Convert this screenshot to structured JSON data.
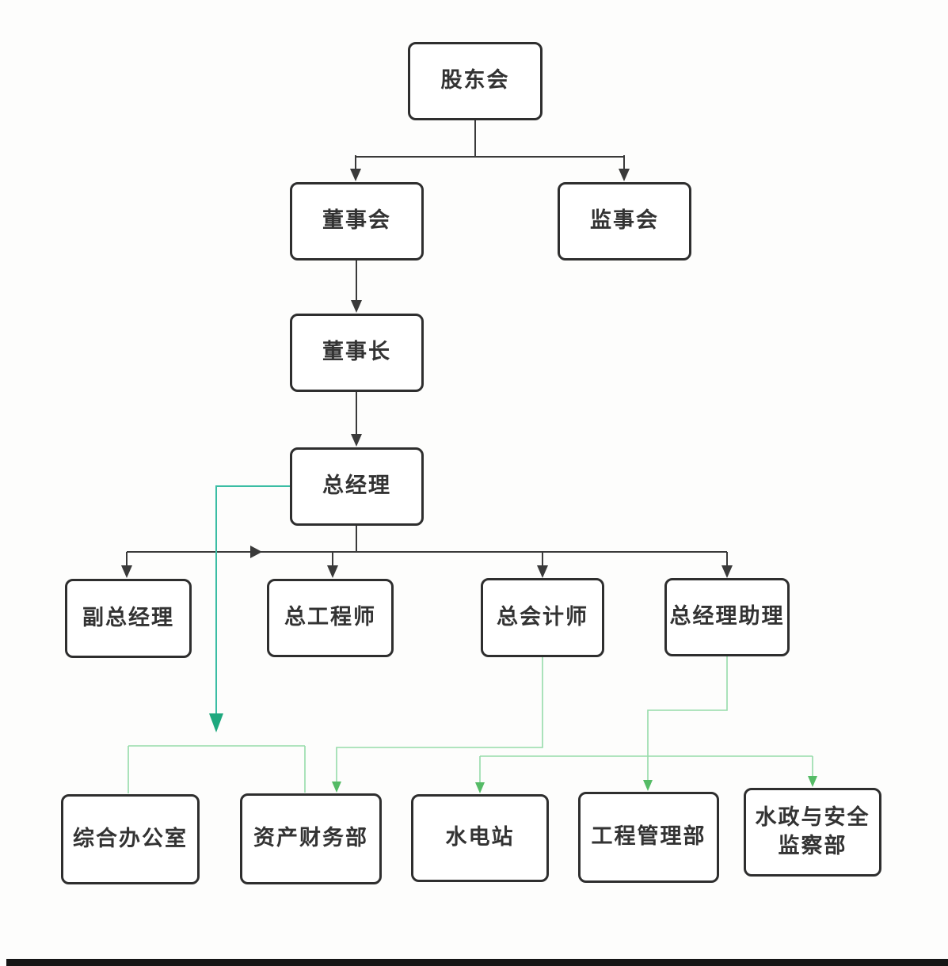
{
  "diagram": {
    "type": "org-chart",
    "language": "zh-CN",
    "nodes": [
      {
        "id": "shareholders-meeting",
        "label": "股东会"
      },
      {
        "id": "board-of-directors",
        "label": "董事会"
      },
      {
        "id": "supervisory-board",
        "label": "监事会"
      },
      {
        "id": "chairman",
        "label": "董事长"
      },
      {
        "id": "general-manager",
        "label": "总经理"
      },
      {
        "id": "deputy-general-manager",
        "label": "副总经理"
      },
      {
        "id": "chief-engineer",
        "label": "总工程师"
      },
      {
        "id": "chief-accountant",
        "label": "总会计师"
      },
      {
        "id": "gm-assistant",
        "label": "总经理助理"
      },
      {
        "id": "general-office",
        "label": "综合办公室"
      },
      {
        "id": "asset-finance-dept",
        "label": "资产财务部"
      },
      {
        "id": "hydropower-station",
        "label": "水电站"
      },
      {
        "id": "engineering-mgmt-dept",
        "label": "工程管理部"
      },
      {
        "id": "water-admin-safety-dept",
        "label": "水政与安全\n监察部"
      }
    ],
    "edges": [
      {
        "from": "shareholders-meeting",
        "to": "board-of-directors",
        "style": "black-arrow"
      },
      {
        "from": "shareholders-meeting",
        "to": "supervisory-board",
        "style": "black-arrow"
      },
      {
        "from": "board-of-directors",
        "to": "chairman",
        "style": "black-arrow"
      },
      {
        "from": "chairman",
        "to": "general-manager",
        "style": "black-arrow"
      },
      {
        "from": "general-manager",
        "to": "deputy-general-manager",
        "style": "black-arrow"
      },
      {
        "from": "general-manager",
        "to": "chief-engineer",
        "style": "black-arrow"
      },
      {
        "from": "general-manager",
        "to": "chief-accountant",
        "style": "black-arrow"
      },
      {
        "from": "general-manager",
        "to": "gm-assistant",
        "style": "black-arrow"
      },
      {
        "from": "general-manager",
        "to": "general-office",
        "style": "teal-arrow"
      },
      {
        "from": "general-manager",
        "to": "asset-finance-dept",
        "style": "teal-arrow"
      },
      {
        "from": "chief-accountant",
        "to": "asset-finance-dept",
        "style": "green-arrow"
      },
      {
        "from": "gm-assistant",
        "to": "hydropower-station",
        "style": "green-arrow"
      },
      {
        "from": "gm-assistant",
        "to": "engineering-mgmt-dept",
        "style": "green-arrow"
      },
      {
        "from": "gm-assistant",
        "to": "water-admin-safety-dept",
        "style": "green-arrow"
      }
    ],
    "colors": {
      "black_line": "#3a3a3a",
      "box_border": "#2e2e2e",
      "text": "#333333",
      "teal_line": "#3bbda4",
      "teal_arrow": "#1ea87e",
      "green_line": "#96dbaa",
      "green_arrow": "#55bb66",
      "scan_bar": "#161616"
    }
  }
}
